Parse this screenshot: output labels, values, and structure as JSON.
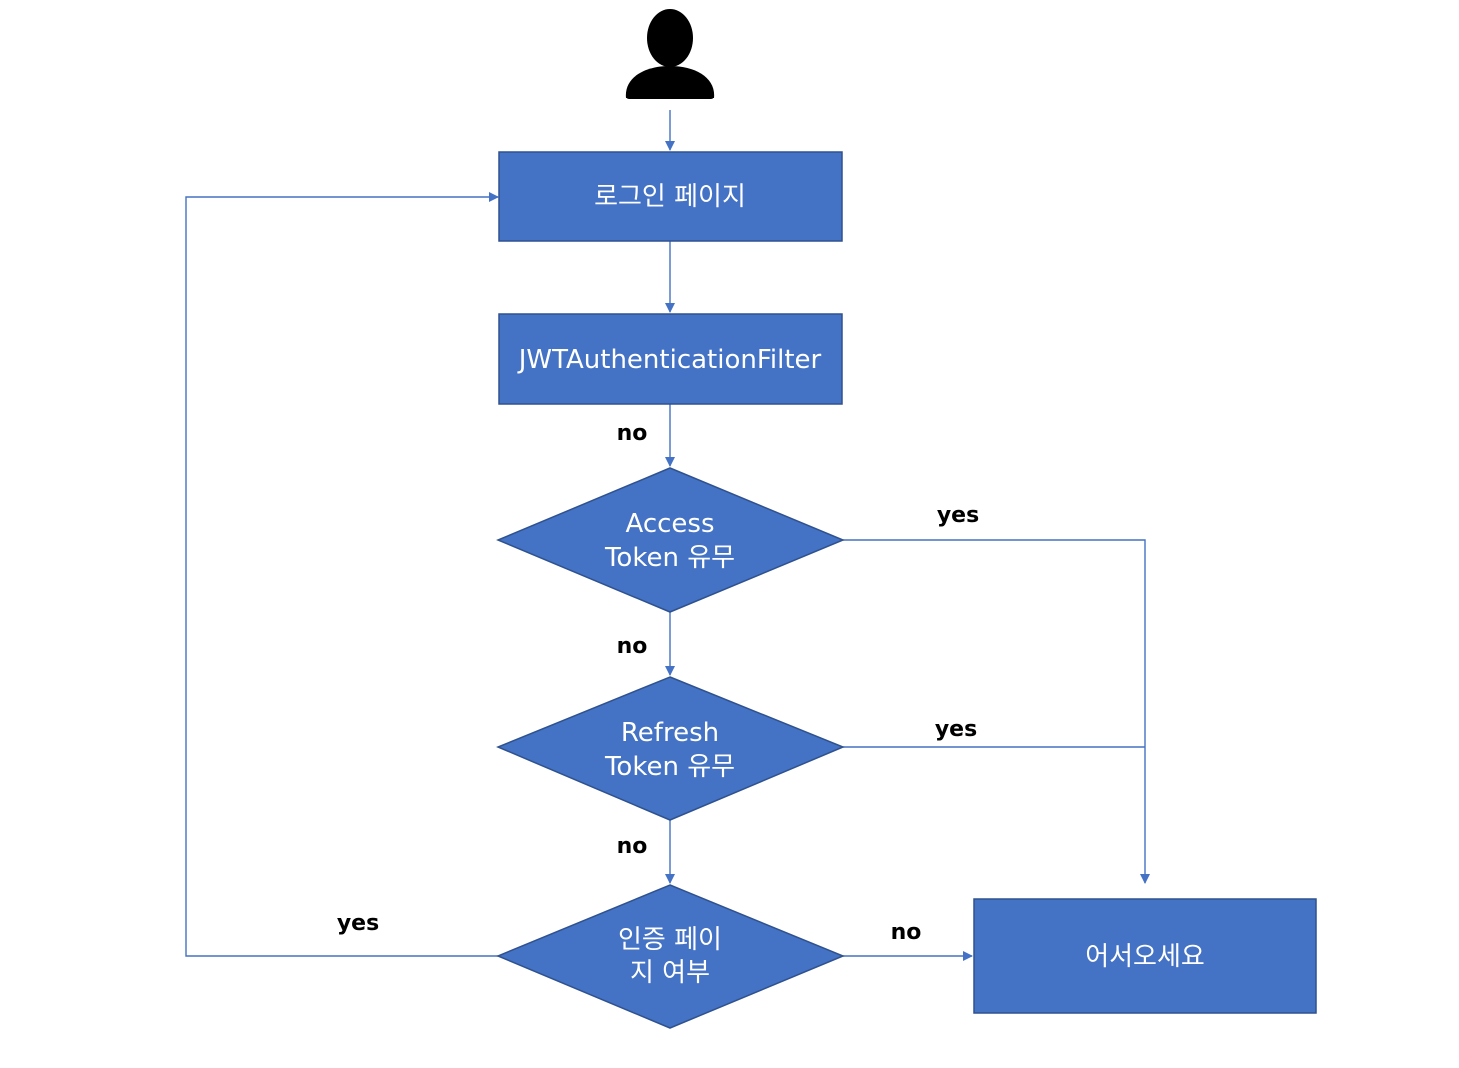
{
  "colors": {
    "node_fill": "#4472c4",
    "node_border": "#2f528f",
    "connector": "#4472c4",
    "node_text": "#ffffff",
    "label_text": "#000000"
  },
  "start_icon": "user-icon",
  "nodes": {
    "login_page": {
      "label": "로그인 페이지"
    },
    "jwt_filter": {
      "label": "JWTAuthenticationFilter"
    },
    "access_token_check": {
      "line1": "Access",
      "line2": "Token 유무"
    },
    "refresh_token_check": {
      "line1": "Refresh",
      "line2": "Token 유무"
    },
    "auth_page_check": {
      "line1": "인증 페이",
      "line2": "지 여부"
    },
    "welcome": {
      "label": "어서오세요"
    }
  },
  "edge_labels": {
    "filter_to_access": "no",
    "access_yes": "yes",
    "access_no": "no",
    "refresh_yes": "yes",
    "refresh_no": "no",
    "auth_yes": "yes",
    "auth_no": "no"
  }
}
